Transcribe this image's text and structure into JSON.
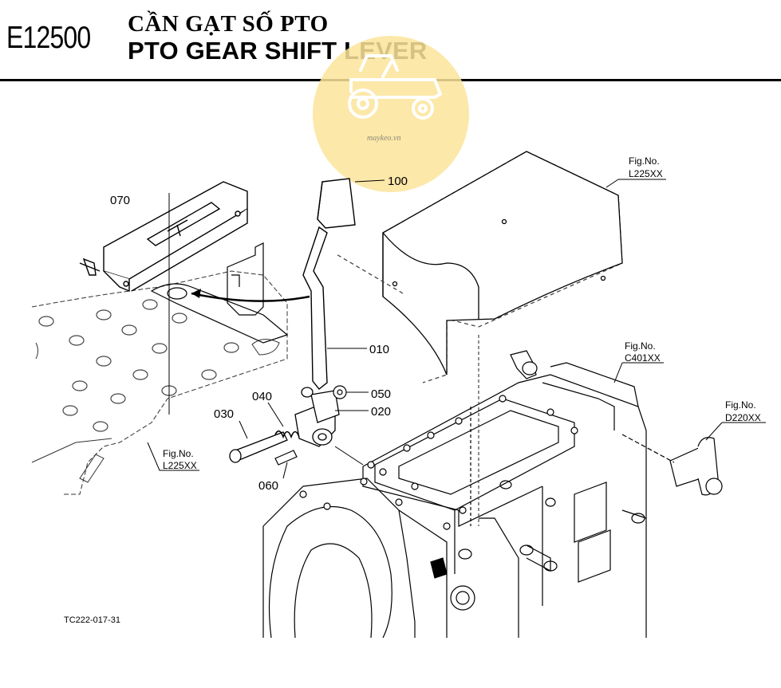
{
  "header": {
    "code": "E12500",
    "title_vi": "CẦN GẠT SỐ PTO",
    "title_en": "PTO GEAR SHIFT LEVER"
  },
  "watermark": {
    "text": "maykeo.vn",
    "color": "#fbe49a",
    "icon": "tractor-icon"
  },
  "parts": {
    "p010": "010",
    "p020": "020",
    "p030": "030",
    "p040": "040",
    "p050": "050",
    "p060": "060",
    "p070": "070",
    "p100": "100"
  },
  "fig_refs": {
    "cover_top": {
      "caption": "Fig.No.",
      "code": "L225XX"
    },
    "floor": {
      "caption": "Fig.No.",
      "code": "L225XX"
    },
    "case": {
      "caption": "Fig.No.",
      "code": "C401XX"
    },
    "fork": {
      "caption": "Fig.No.",
      "code": "D220XX"
    }
  },
  "footer": {
    "drawing_no": "TC222-017-31"
  }
}
